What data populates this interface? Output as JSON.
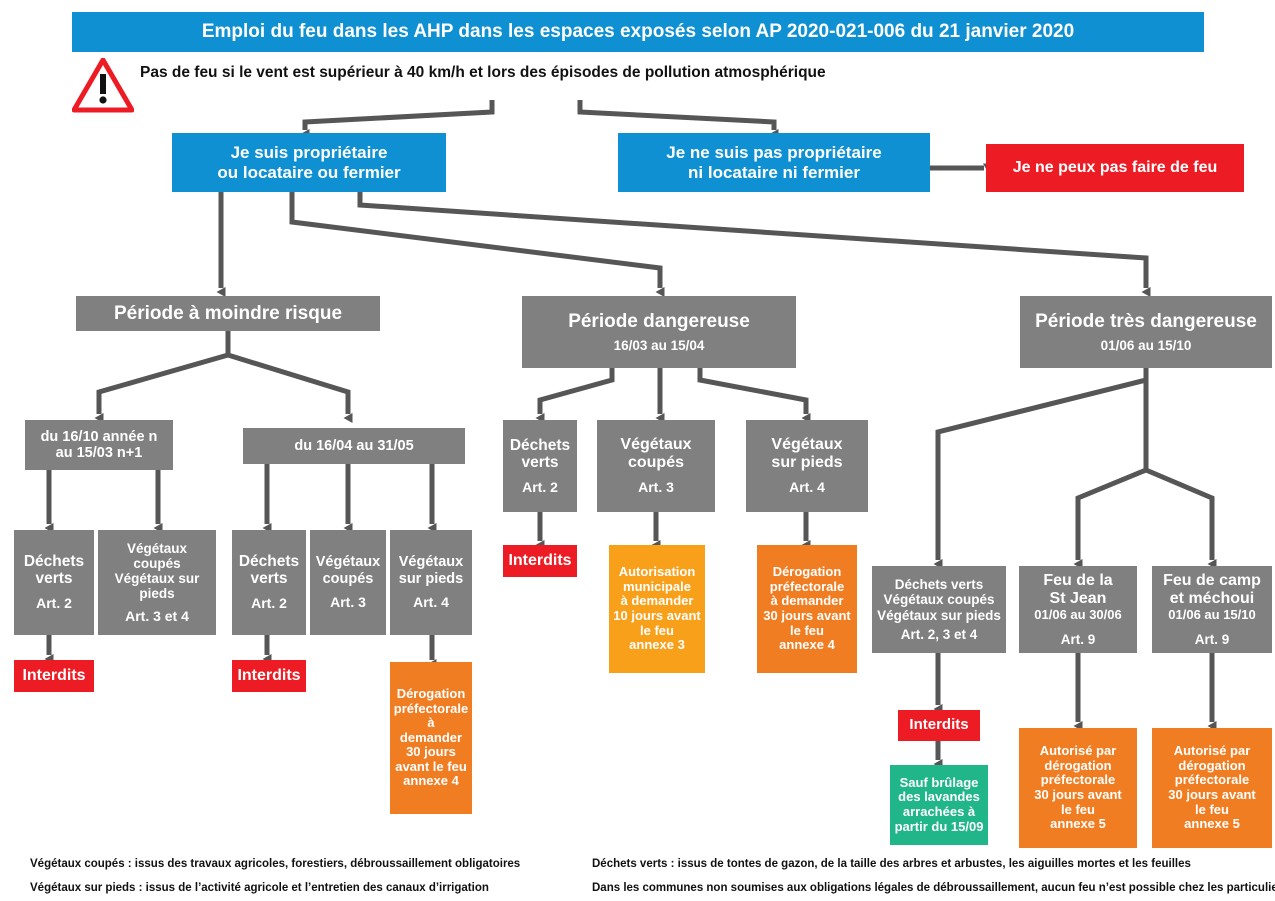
{
  "title": "Emploi du feu dans les AHP dans les espaces exposés selon AP 2020-021-006 du 21 janvier 2020",
  "warning": {
    "icon": "warning-triangle-icon",
    "text": "Pas de feu si le vent est supérieur à 40 km/h et lors des épisodes de pollution atmosphérique"
  },
  "colors": {
    "blue": "#0f90d2",
    "gray": "#808080",
    "red": "#ed1c24",
    "orange": "#f07d22",
    "orange_light": "#f9a01b",
    "green": "#21b58a",
    "connector": "#565656"
  },
  "decisions": {
    "owner": "Je suis propriétaire\nou locataire ou fermier",
    "owner_l1": "Je suis propriétaire",
    "owner_l2": "ou locataire ou fermier",
    "not_owner_l1": "Je ne suis pas propriétaire",
    "not_owner_l2": "ni locataire ni fermier",
    "no_fire": "Je ne peux pas faire de feu"
  },
  "periods": {
    "low_risk": {
      "label": "Période à moindre risque",
      "dates": ""
    },
    "dangerous": {
      "label": "Période dangereuse",
      "dates": "16/03 au 15/04"
    },
    "very_dangerous": {
      "label": "Période très dangereuse",
      "dates": "01/06 au 15/10"
    }
  },
  "low_risk_ranges": {
    "winter_l1": "du 16/10 année n",
    "winter_l2": "au 15/03 n+1",
    "spring": "du 16/04 au 31/05"
  },
  "winter_branch": [
    {
      "name_l1": "Déchets",
      "name_l2": "verts",
      "name_l3": "",
      "article": "Art. 2",
      "outcome": {
        "text": "Interdits",
        "color": "red"
      }
    },
    {
      "name_l1": "Végétaux coupés",
      "name_l2": "Végétaux sur pieds",
      "name_l3": "",
      "article": "Art. 3 et 4",
      "outcome": null
    }
  ],
  "spring_branch": [
    {
      "name_l1": "Déchets",
      "name_l2": "verts",
      "article": "Art. 2",
      "outcome": {
        "lines": [
          "Interdits"
        ],
        "color": "red"
      }
    },
    {
      "name_l1": "Végétaux",
      "name_l2": "coupés",
      "article": "Art. 3",
      "outcome": null
    },
    {
      "name_l1": "Végétaux",
      "name_l2": "sur pieds",
      "article": "Art. 4",
      "outcome": {
        "lines": [
          "Dérogation",
          "préfectorale",
          "à",
          "demander",
          "30 jours",
          "avant le feu",
          "annexe 4"
        ],
        "color": "orange"
      }
    }
  ],
  "dangerous_branch": [
    {
      "name_l1": "Déchets",
      "name_l2": "verts",
      "article": "Art. 2",
      "outcome": {
        "lines": [
          "Interdits"
        ],
        "color": "red"
      }
    },
    {
      "name_l1": "Végétaux",
      "name_l2": "coupés",
      "article": "Art. 3",
      "outcome": {
        "lines": [
          "Autorisation",
          "municipale",
          "à demander",
          "10 jours avant",
          "le feu",
          "annexe 3"
        ],
        "color": "orange_light"
      }
    },
    {
      "name_l1": "Végétaux",
      "name_l2": "sur pieds",
      "article": "Art. 4",
      "outcome": {
        "lines": [
          "Dérogation",
          "préfectorale",
          "à demander",
          "30 jours avant",
          "le feu",
          "annexe 4"
        ],
        "color": "orange"
      }
    }
  ],
  "very_dangerous_branch": [
    {
      "lines": [
        "Déchets verts",
        "Végétaux coupés",
        "Végétaux sur pieds"
      ],
      "article": "Art. 2, 3 et 4",
      "outcome": {
        "text": "Interdits",
        "color": "red"
      },
      "exception": {
        "lines": [
          "Sauf brûlage",
          "des lavandes",
          "arrachées à",
          "partir du 15/09"
        ],
        "color": "green"
      }
    },
    {
      "lines": [
        "Feu de la",
        "St Jean"
      ],
      "dates": "01/06 au 30/06",
      "article": "Art. 9",
      "outcome": {
        "lines": [
          "Autorisé par",
          "dérogation",
          "préfectorale",
          "30 jours avant",
          "le feu",
          "annexe 5"
        ],
        "color": "orange"
      }
    },
    {
      "lines": [
        "Feu de camp",
        "et méchoui"
      ],
      "dates": "01/06 au 15/10",
      "article": "Art. 9",
      "outcome": {
        "lines": [
          "Autorisé par",
          "dérogation",
          "préfectorale",
          "30 jours avant",
          "le feu",
          "annexe 5"
        ],
        "color": "orange"
      }
    }
  ],
  "footnotes": {
    "left_1": "Végétaux coupés : issus des travaux agricoles, forestiers, débroussaillement obligatoires",
    "left_2": "Végétaux sur pieds : issus de l’activité agricole et l’entretien des canaux d’irrigation",
    "right_1": "Déchets verts : issus de tontes de gazon, de la taille des arbres et arbustes, les aiguilles mortes et les feuilles",
    "right_2": "Dans les communes non soumises aux obligations légales de débroussaillement, aucun feu n’est possible chez les particuliers"
  }
}
